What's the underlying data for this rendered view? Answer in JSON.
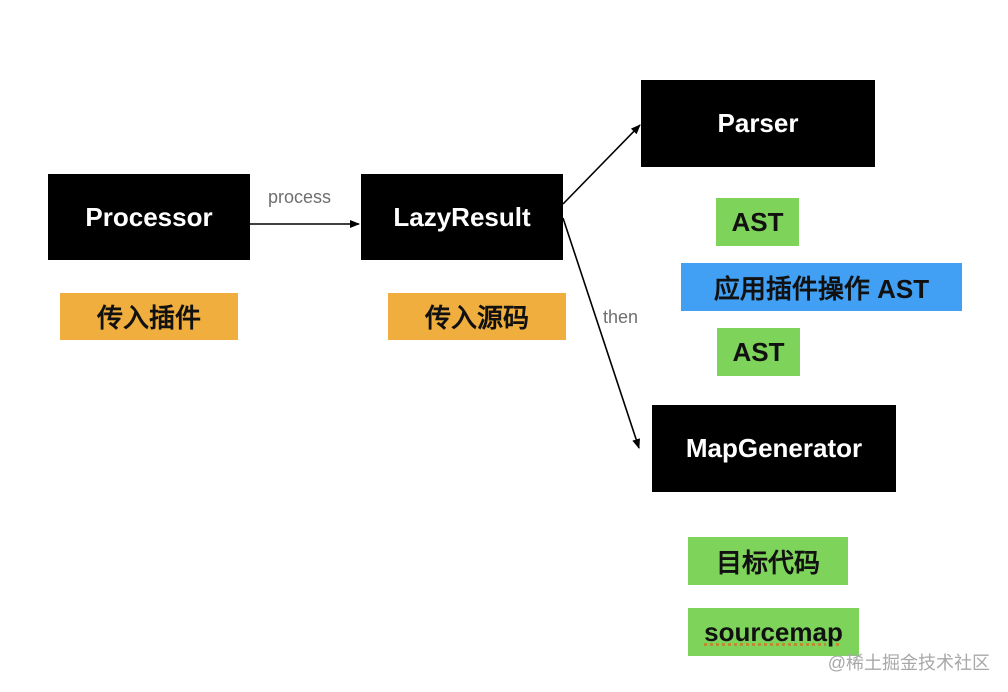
{
  "nodes": {
    "processor": "Processor",
    "lazy_result": "LazyResult",
    "parser": "Parser",
    "map_generator": "MapGenerator"
  },
  "edges": {
    "process": "process",
    "then": "then"
  },
  "notes": {
    "pass_plugins": "传入插件",
    "pass_source": "传入源码",
    "ast_in": "AST",
    "apply_plugins": "应用插件操作 AST",
    "ast_out": "AST",
    "target_code": "目标代码",
    "sourcemap": "sourcemap"
  },
  "colors": {
    "node": "#000000",
    "input_tag": "#efae3e",
    "ast_tag": "#7ed35b",
    "plugin_tag": "#41a0f4"
  },
  "watermark": "@稀土掘金技术社区"
}
